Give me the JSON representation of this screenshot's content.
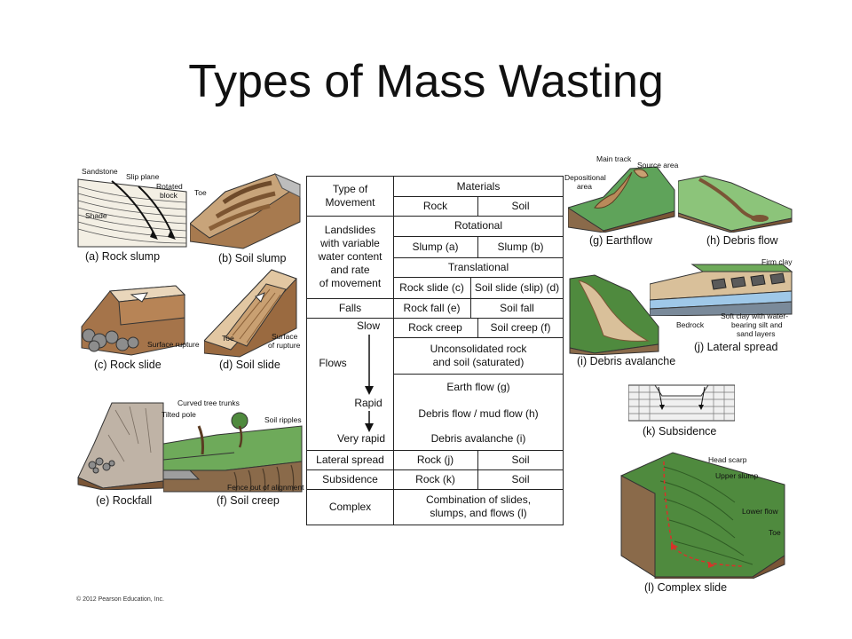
{
  "title": "Types of Mass Wasting",
  "copyright": "© 2012 Pearson Education, Inc.",
  "captions": {
    "a": "(a) Rock slump",
    "b": "(b) Soil slump",
    "c": "(c) Rock slide",
    "d": "(d) Soil slide",
    "e": "(e) Rockfall",
    "f": "(f) Soil creep",
    "g": "(g) Earthflow",
    "h": "(h) Debris flow",
    "i": "(i) Debris avalanche",
    "j": "(j) Lateral spread",
    "k": "(k) Subsidence",
    "l": "(l) Complex slide"
  },
  "labels": {
    "sandstone": "Sandstone",
    "slip_plane": "Slip plane",
    "rotated_block_1": "Rotated",
    "rotated_block_2": "block",
    "shade": "Shade",
    "toe_b": "Toe",
    "surface_rupture_c": "Surface rupture",
    "toe_d": "Toe",
    "surface_rupture_d_1": "Surface",
    "surface_rupture_d_2": "of rupture",
    "curved_tree_trunks": "Curved tree trunks",
    "tilted_pole": "Tilted pole",
    "soil_ripples": "Soil ripples",
    "fence": "Fence out of alignment",
    "main_track": "Main track",
    "source_area": "Source area",
    "depositional_1": "Depositional",
    "depositional_2": "area",
    "firm_clay": "Firm clay",
    "bedrock": "Bedrock",
    "soft_clay_1": "Soft clay with water-",
    "soft_clay_2": "bearing silt and",
    "soft_clay_3": "sand layers",
    "head_scarp": "Head scarp",
    "upper_slump": "Upper slump",
    "lower_flow": "Lower flow",
    "toe_l": "Toe"
  },
  "table": {
    "type_of_movement": "Type of\nMovement",
    "materials": "Materials",
    "rock": "Rock",
    "soil": "Soil",
    "landslides": "Landslides\nwith variable\nwater content\nand rate\nof movement",
    "rotational": "Rotational",
    "slump_a": "Slump (a)",
    "slump_b": "Slump (b)",
    "translational": "Translational",
    "rock_slide_c": "Rock slide (c)",
    "soil_slide_d": "Soil slide (slip) (d)",
    "falls": "Falls",
    "rock_fall_e": "Rock fall (e)",
    "soil_fall": "Soil fall",
    "flows": "Flows",
    "slow": "Slow",
    "rapid": "Rapid",
    "very_rapid": "Very rapid",
    "rock_creep": "Rock creep",
    "soil_creep_f": "Soil creep (f)",
    "unconsolidated": "Unconsolidated rock\nand soil (saturated)",
    "earth_flow_g": "Earth flow (g)",
    "debris_flow_h": "Debris flow / mud flow (h)",
    "debris_avalanche_i": "Debris avalanche (i)",
    "lateral_spread": "Lateral spread",
    "rock_j": "Rock (j)",
    "soil_j": "Soil",
    "subsidence": "Subsidence",
    "rock_k": "Rock (k)",
    "soil_k": "Soil",
    "complex": "Complex",
    "combination": "Combination of slides,\nslumps, and flows (l)"
  },
  "colors": {
    "grass": "#5fa35a",
    "grass_light": "#8cc47a",
    "earth": "#b98a5a",
    "earth_dark": "#7a5536",
    "rock_gray": "#8e8e8e",
    "water_blue": "#9fc8e8",
    "arrow_red": "#d8322a"
  }
}
